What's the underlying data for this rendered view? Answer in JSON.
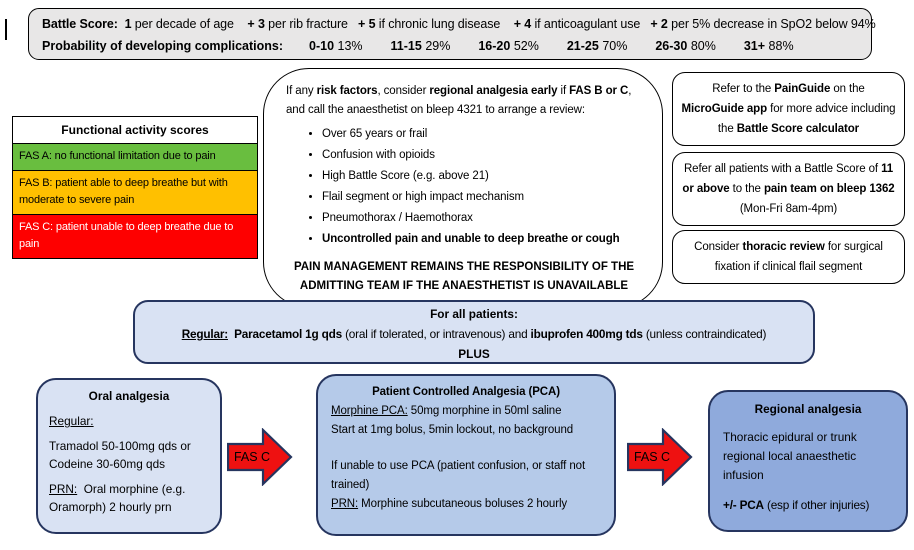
{
  "colors": {
    "fas_a_green": "#69BE3F",
    "fas_b_amber": "#FFC000",
    "fas_c_red": "#FE0000",
    "light_blue_box": "#D9E2F3",
    "mid_blue_box": "#B5CAE9",
    "dark_blue_box": "#8FAADC",
    "navy_border": "#26355F",
    "arrow_red": "#EE1111",
    "gray_box": "#E8E7E7"
  },
  "battle_box": {
    "line1_runs": [
      {
        "t": "Battle Score:  ",
        "b": 1
      },
      {
        "t": "1",
        "b": 1
      },
      {
        "t": " per decade of age    "
      },
      {
        "t": "+ 3",
        "b": 1
      },
      {
        "t": " per rib fracture   "
      },
      {
        "t": "+ 5",
        "b": 1
      },
      {
        "t": " if chronic lung disease    "
      },
      {
        "t": "+ 4",
        "b": 1
      },
      {
        "t": " if anticoagulant use   "
      },
      {
        "t": "+ 2",
        "b": 1
      },
      {
        "t": " per 5% decrease in SpO2 below 94%"
      }
    ],
    "prob_label": "Probability of developing complications:",
    "probabilities": [
      {
        "range": "0-10",
        "pct": "13%"
      },
      {
        "range": "11-15",
        "pct": "29%"
      },
      {
        "range": "16-20",
        "pct": "52%"
      },
      {
        "range": "21-25",
        "pct": "70%"
      },
      {
        "range": "26-30",
        "pct": "80%"
      },
      {
        "range": "31+",
        "pct": "88%"
      }
    ]
  },
  "fas_table": {
    "header": "Functional activity scores",
    "rows": [
      {
        "label": "FAS A: no functional limitation due to pain",
        "color": "#69BE3F",
        "text_color": "#000000"
      },
      {
        "label": "FAS B: patient able to deep breathe but with moderate to severe pain",
        "color": "#FFC000",
        "text_color": "#000000"
      },
      {
        "label": "FAS C: patient unable to deep breathe due to pain",
        "color": "#FE0000",
        "text_color": "#FFFFFF"
      }
    ]
  },
  "risk_box": {
    "intro_runs": [
      {
        "t": "If any "
      },
      {
        "t": "risk factors",
        "b": 1
      },
      {
        "t": ", consider "
      },
      {
        "t": "regional analgesia early",
        "b": 1
      },
      {
        "t": " if "
      },
      {
        "t": "FAS B or C",
        "b": 1
      },
      {
        "t": ", and call the anaesthetist on bleep 4321 to arrange a review:"
      }
    ],
    "bullets": [
      {
        "runs": [
          {
            "t": "Over 65 years or frail"
          }
        ]
      },
      {
        "runs": [
          {
            "t": "Confusion with opioids"
          }
        ]
      },
      {
        "runs": [
          {
            "t": "High Battle Score (e.g. above 21)"
          }
        ]
      },
      {
        "runs": [
          {
            "t": "Flail segment or high impact mechanism"
          }
        ]
      },
      {
        "runs": [
          {
            "t": "Pneumothorax / Haemothorax"
          }
        ]
      },
      {
        "runs": [
          {
            "t": "Uncontrolled pain and unable to deep breathe or cough",
            "b": 1
          }
        ]
      }
    ],
    "footer": "PAIN MANAGEMENT REMAINS THE RESPONSIBILITY OF THE ADMITTING TEAM IF THE ANAESTHETIST IS UNAVAILABLE"
  },
  "side_boxes": {
    "painguide_runs": [
      {
        "t": "Refer to the "
      },
      {
        "t": "PainGuide",
        "b": 1
      },
      {
        "t": " on the "
      },
      {
        "t": "MicroGuide app",
        "b": 1
      },
      {
        "t": " for more advice including the "
      },
      {
        "t": "Battle Score calculator",
        "b": 1
      }
    ],
    "pain_team_runs": [
      {
        "t": "Refer all patients with a Battle Score of "
      },
      {
        "t": "11 or above",
        "b": 1
      },
      {
        "t": " to the "
      },
      {
        "t": "pain team on bleep 1362",
        "b": 1
      },
      {
        "t": " (Mon-Fri 8am-4pm)"
      }
    ],
    "thoracic_runs": [
      {
        "t": "Consider "
      },
      {
        "t": "thoracic review",
        "b": 1
      },
      {
        "t": " for surgical fixation if clinical flail segment"
      }
    ]
  },
  "all_patients_box": {
    "title": "For all patients:",
    "line_runs": [
      {
        "t": "Regular:",
        "b": 1,
        "u": 1
      },
      {
        "t": "  ",
        "b": 1
      },
      {
        "t": "Paracetamol 1g qds",
        "b": 1
      },
      {
        "t": " (oral if tolerated, or intravenous) and "
      },
      {
        "t": "ibuprofen 400mg tds",
        "b": 1
      },
      {
        "t": " (unless contraindicated)"
      }
    ],
    "plus": "PLUS"
  },
  "oral_box": {
    "title": "Oral analgesia",
    "regular_runs": [
      {
        "t": "Regular:",
        "u": 1
      }
    ],
    "drugs_runs": [
      {
        "t": "Tramadol 50-100mg qds or Codeine 30-60mg qds"
      }
    ],
    "prn_runs": [
      {
        "t": "PRN:",
        "u": 1
      },
      {
        "t": "  Oral morphine (e.g. Oramorph) 2 hourly prn"
      }
    ]
  },
  "pca_box": {
    "title": "Patient Controlled Analgesia (PCA)",
    "line1_runs": [
      {
        "t": "Morphine PCA:",
        "u": 1
      },
      {
        "t": " 50mg morphine in 50ml saline"
      }
    ],
    "line2": "Start at 1mg bolus, 5min lockout, no background",
    "line3": "If unable to use PCA (patient confusion, or staff not trained)",
    "line4_runs": [
      {
        "t": "PRN:",
        "u": 1
      },
      {
        "t": " Morphine subcutaneous boluses 2 hourly"
      }
    ]
  },
  "regional_box": {
    "title": "Regional analgesia",
    "body": "Thoracic epidural or trunk regional local anaesthetic infusion",
    "pca_runs": [
      {
        "t": "+/- PCA",
        "b": 1
      },
      {
        "t": " (esp if other injuries)"
      }
    ]
  },
  "arrows": [
    {
      "label": "FAS C"
    },
    {
      "label": "FAS C"
    }
  ]
}
